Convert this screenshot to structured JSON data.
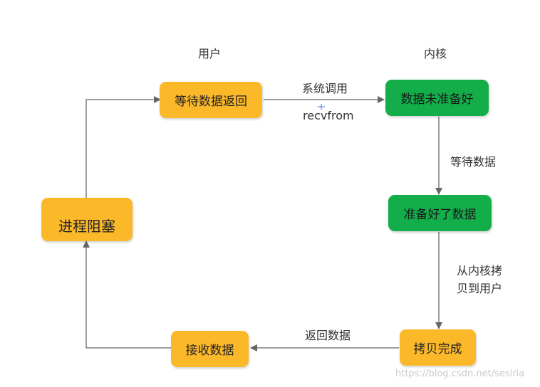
{
  "lanes": {
    "user": "用户",
    "kernel": "内核"
  },
  "nodes": {
    "wait_return": "等待数据返回",
    "not_ready": "数据未准备好",
    "ready": "准备好了数据",
    "copy_done": "拷贝完成",
    "receive": "接收数据",
    "blocked": "进程阻塞"
  },
  "edges": {
    "syscall": "系统调用",
    "recvfrom": "recvfrom",
    "waiting": "等待数据",
    "copy_line1": "从内核拷",
    "copy_line2": "贝到用户",
    "return_data": "返回数据"
  },
  "watermark": "https://blog.csdn.net/sesiria",
  "colors": {
    "user_node": "#fbb829",
    "kernel_node": "#13ad4a",
    "arrow": "#666666"
  }
}
